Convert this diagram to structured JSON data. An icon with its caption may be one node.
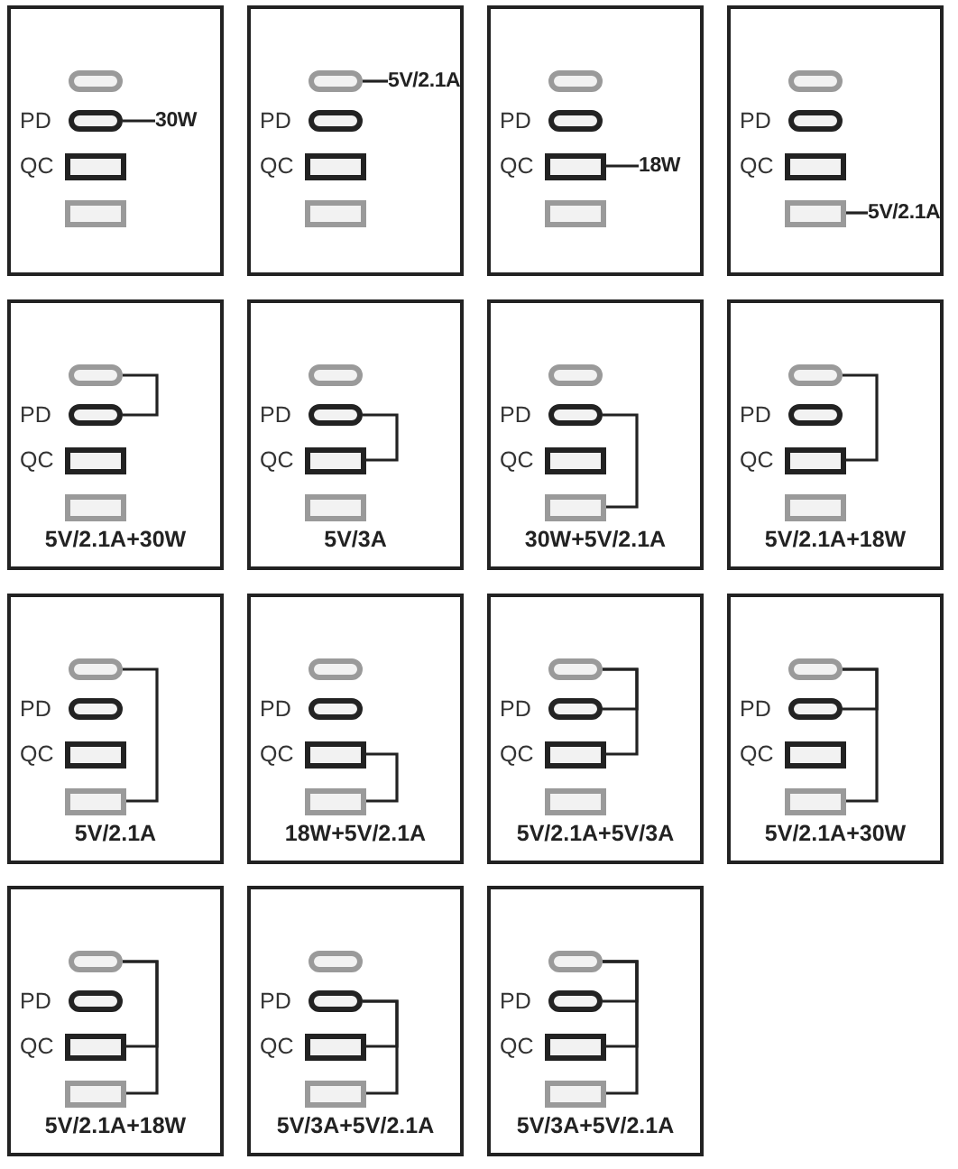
{
  "diagram": {
    "nodes": [
      {
        "text": [],
        "shape": "box"
      },
      {
        "text": [],
        "shape": "capsule",
        "in": 0
      },
      {
        "text": [],
        "shape": "capsule",
        "in": 0,
        "beside": [
          "PD"
        ]
      },
      {
        "text": [],
        "shape": "box",
        "in": 0,
        "beside": [
          "QC"
        ]
      },
      {
        "text": [],
        "shape": "box",
        "in": 0
      },
      {
        "text": [
          "30W"
        ],
        "in": 0
      },
      {
        "text": [],
        "shape": "box"
      },
      {
        "text": [],
        "shape": "capsule",
        "in": 6
      },
      {
        "text": [],
        "shape": "capsule",
        "in": 6,
        "beside": [
          "PD"
        ]
      },
      {
        "text": [],
        "shape": "box",
        "in": 6,
        "beside": [
          "QC"
        ]
      },
      {
        "text": [],
        "shape": "box",
        "in": 6
      },
      {
        "text": [
          "5V/2.1A"
        ],
        "in": 6
      },
      {
        "text": [],
        "shape": "box"
      },
      {
        "text": [],
        "shape": "capsule",
        "in": 12
      },
      {
        "text": [],
        "shape": "capsule",
        "in": 12,
        "beside": [
          "PD"
        ]
      },
      {
        "text": [],
        "shape": "box",
        "in": 12,
        "beside": [
          "QC"
        ]
      },
      {
        "text": [],
        "shape": "box",
        "in": 12
      },
      {
        "text": [
          "18W"
        ],
        "in": 12
      },
      {
        "text": [],
        "shape": "box"
      },
      {
        "text": [],
        "shape": "capsule",
        "in": 18
      },
      {
        "text": [],
        "shape": "capsule",
        "in": 18,
        "beside": [
          "PD"
        ]
      },
      {
        "text": [],
        "shape": "box",
        "in": 18,
        "beside": [
          "QC"
        ]
      },
      {
        "text": [],
        "shape": "box",
        "in": 18
      },
      {
        "text": [
          "5V/2.1A"
        ],
        "in": 18
      },
      {
        "text": [
          "5V/2.1A+30W"
        ]
      },
      {
        "text": [],
        "shape": "capsule",
        "in": 24
      },
      {
        "text": [],
        "shape": "capsule",
        "in": 24,
        "beside": [
          "PD"
        ]
      },
      {
        "text": [],
        "shape": "box",
        "in": 24,
        "beside": [
          "QC"
        ]
      },
      {
        "text": [],
        "shape": "box",
        "in": 24
      },
      {
        "text": [
          "5V/3A"
        ]
      },
      {
        "text": [],
        "shape": "capsule",
        "in": 29
      },
      {
        "text": [],
        "shape": "capsule",
        "in": 29,
        "beside": [
          "PD"
        ]
      },
      {
        "text": [],
        "shape": "box",
        "in": 29,
        "beside": [
          "QC"
        ]
      },
      {
        "text": [],
        "shape": "box",
        "in": 29
      },
      {
        "text": [
          "30W+5V/2.1A"
        ]
      },
      {
        "text": [],
        "shape": "capsule",
        "in": 34
      },
      {
        "text": [],
        "shape": "capsule",
        "in": 34,
        "beside": [
          "PD"
        ]
      },
      {
        "text": [],
        "shape": "box",
        "in": 34,
        "beside": [
          "QC"
        ]
      },
      {
        "text": [],
        "shape": "box",
        "in": 34
      },
      {
        "text": [
          "5V/2.1A+18W"
        ]
      },
      {
        "text": [],
        "shape": "capsule",
        "in": 39
      },
      {
        "text": [],
        "shape": "capsule",
        "in": 39,
        "beside": [
          "PD"
        ]
      },
      {
        "text": [],
        "shape": "box",
        "in": 39,
        "beside": [
          "QC"
        ]
      },
      {
        "text": [],
        "shape": "box",
        "in": 39
      },
      {
        "text": [
          "5V/2.1A"
        ]
      },
      {
        "text": [],
        "shape": "capsule",
        "in": 44
      },
      {
        "text": [],
        "shape": "capsule",
        "in": 44,
        "beside": [
          "PD"
        ]
      },
      {
        "text": [],
        "shape": "box",
        "in": 44,
        "beside": [
          "QC"
        ]
      },
      {
        "text": [],
        "shape": "box",
        "in": 44
      },
      {
        "text": [
          "18W+5V/2.1A"
        ]
      },
      {
        "text": [],
        "shape": "capsule",
        "in": 49
      },
      {
        "text": [],
        "shape": "capsule",
        "in": 49,
        "beside": [
          "PD"
        ]
      },
      {
        "text": [],
        "shape": "box",
        "in": 49,
        "beside": [
          "QC"
        ]
      },
      {
        "text": [],
        "shape": "box",
        "in": 49
      },
      {
        "text": [
          "5V/2.1A+5V/3A"
        ]
      },
      {
        "text": [],
        "shape": "capsule",
        "in": 54
      },
      {
        "text": [],
        "shape": "capsule",
        "in": 54,
        "beside": [
          "PD"
        ]
      },
      {
        "text": [],
        "shape": "box",
        "in": 54,
        "beside": [
          "QC"
        ]
      },
      {
        "text": [],
        "shape": "box",
        "in": 54
      },
      {
        "text": [
          "5V/2.1A+30W"
        ]
      },
      {
        "text": [],
        "shape": "capsule",
        "in": 59
      },
      {
        "text": [],
        "shape": "capsule",
        "in": 59,
        "beside": [
          "PD"
        ]
      },
      {
        "text": [],
        "shape": "box",
        "in": 59,
        "beside": [
          "QC"
        ]
      },
      {
        "text": [],
        "shape": "box",
        "in": 59
      },
      {
        "text": [
          "5V/2.1A+18W"
        ]
      },
      {
        "text": [],
        "shape": "capsule",
        "in": 64
      },
      {
        "text": [],
        "shape": "capsule",
        "in": 64,
        "beside": [
          "PD"
        ]
      },
      {
        "text": [],
        "shape": "box",
        "in": 64,
        "beside": [
          "QC"
        ]
      },
      {
        "text": [],
        "shape": "box",
        "in": 64
      },
      {
        "text": [
          "5V/3A+5V/2.1A"
        ]
      },
      {
        "text": [],
        "shape": "capsule",
        "in": 69
      },
      {
        "text": [],
        "shape": "capsule",
        "in": 69,
        "beside": [
          "PD"
        ]
      },
      {
        "text": [],
        "shape": "box",
        "in": 69,
        "beside": [
          "QC"
        ]
      },
      {
        "text": [],
        "shape": "box",
        "in": 69
      },
      {
        "text": [
          "5V/3A+5V/2.1A"
        ]
      },
      {
        "text": [],
        "shape": "capsule",
        "in": 74
      },
      {
        "text": [],
        "shape": "capsule",
        "in": 74,
        "beside": [
          "PD"
        ]
      },
      {
        "text": [],
        "shape": "box",
        "in": 74,
        "beside": [
          "QC"
        ]
      },
      {
        "text": [],
        "shape": "box",
        "in": 74
      }
    ],
    "edges": [
      {
        "from": 5,
        "to": 2,
        "arrow": "none"
      },
      {
        "from": 11,
        "to": 7,
        "arrow": "none"
      },
      {
        "from": 17,
        "to": 15,
        "arrow": "none"
      },
      {
        "from": 23,
        "to": 22,
        "arrow": "none"
      },
      {
        "from": 25,
        "to": 26,
        "arrow": "none"
      },
      {
        "from": 31,
        "to": 32,
        "arrow": "none"
      },
      {
        "from": 36,
        "to": 38,
        "arrow": "none"
      },
      {
        "from": 40,
        "to": 42,
        "arrow": "none"
      },
      {
        "from": 45,
        "to": 48,
        "arrow": "none"
      },
      {
        "from": 52,
        "to": 53,
        "arrow": "none"
      },
      {
        "from": 55,
        "to": 56,
        "arrow": "none"
      },
      {
        "from": 55,
        "to": 57,
        "arrow": "none"
      },
      {
        "from": 60,
        "to": 61,
        "arrow": "none"
      },
      {
        "from": 60,
        "to": 63,
        "arrow": "none"
      },
      {
        "from": 65,
        "to": 67,
        "arrow": "none"
      },
      {
        "from": 65,
        "to": 68,
        "arrow": "none"
      },
      {
        "from": 71,
        "to": 72,
        "arrow": "none"
      },
      {
        "from": 71,
        "to": 73,
        "arrow": "none"
      },
      {
        "from": 75,
        "to": 76,
        "arrow": "none"
      },
      {
        "from": 75,
        "to": 77,
        "arrow": "none"
      },
      {
        "from": 75,
        "to": 78,
        "arrow": "none"
      }
    ]
  }
}
